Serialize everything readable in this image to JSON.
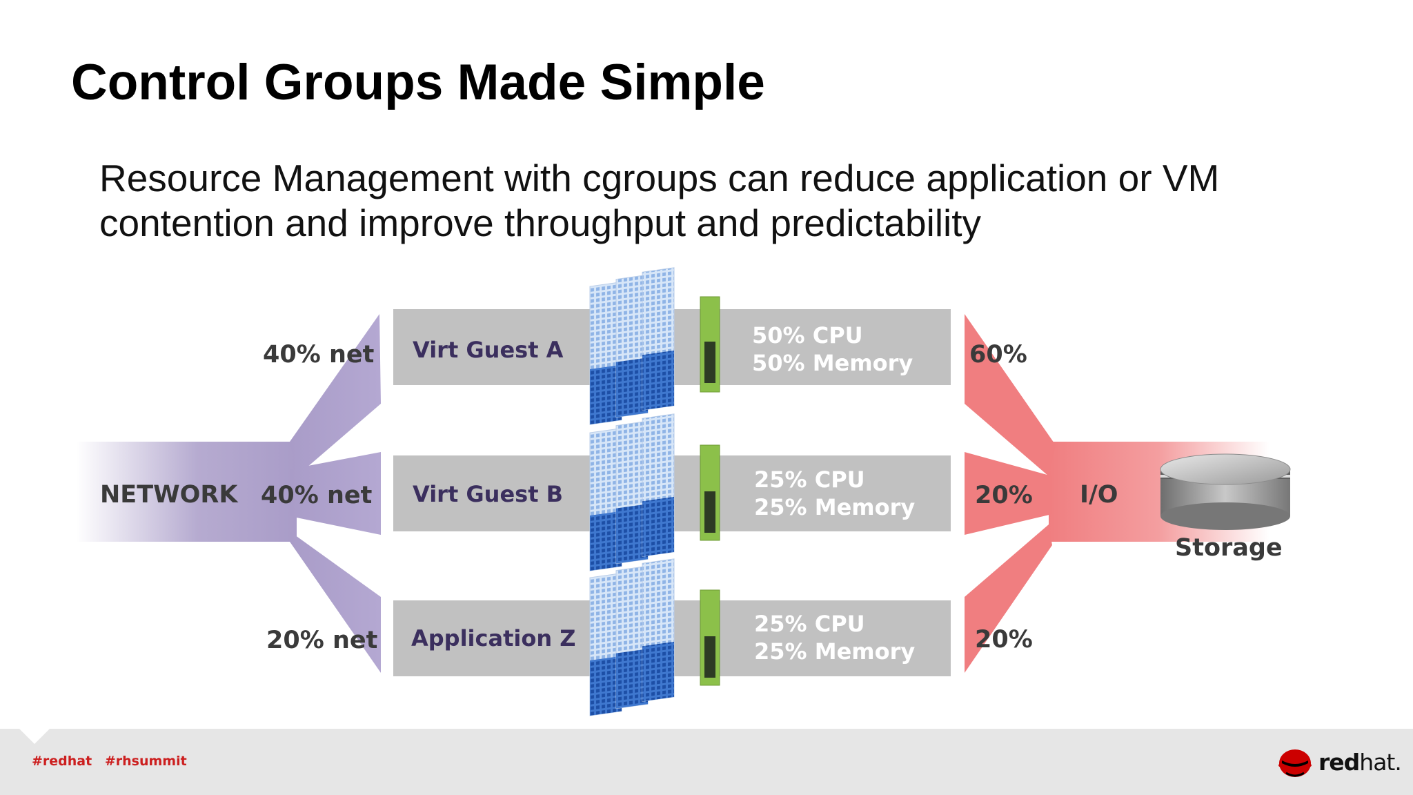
{
  "title": "Control Groups Made Simple",
  "subtitle_lines": [
    "Resource Management with cgroups can reduce application or VM",
    "contention and improve throughput and predictability"
  ],
  "diagram": {
    "network_label": "NETWORK",
    "io_label": "I/O",
    "storage_label": "Storage",
    "rows": [
      {
        "net": "40% net",
        "name": "Virt Guest A",
        "cpu": "50% CPU",
        "memory": "50% Memory",
        "io": "60%"
      },
      {
        "net": "40% net",
        "name": "Virt Guest B",
        "cpu": "25% CPU",
        "memory": "25% Memory",
        "io": "20%"
      },
      {
        "net": "20% net",
        "name": "Application Z",
        "cpu": "25% CPU",
        "memory": "25% Memory",
        "io": "20%"
      }
    ],
    "colors": {
      "network": "#a99cc8",
      "io": "#f07e80",
      "box": "#c1c1c1",
      "name_text": "#3b2f5e",
      "server": "#9fbfe6"
    }
  },
  "footer": {
    "tags": [
      "#redhat",
      "#rhsummit"
    ],
    "logo_bold": "red",
    "logo_light": "hat."
  }
}
